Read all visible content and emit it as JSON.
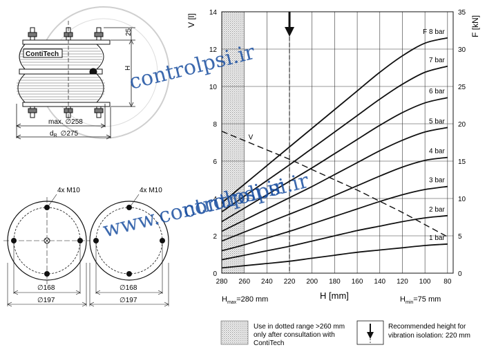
{
  "drawing": {
    "brand": "ContiTech",
    "dim_height_top": "25",
    "dim_height_label": "H",
    "dim_max": "max. ∅258",
    "dim_dr_prefix": "d",
    "dim_dr_sub": "R",
    "dim_dr_value": "∅275",
    "left_view": {
      "bolts": "4x M10",
      "inner_dia": "∅168",
      "outer_dia": "∅197"
    },
    "right_view": {
      "bolts": "4x M10",
      "inner_dia": "∅168",
      "outer_dia": "∅197"
    }
  },
  "watermark": {
    "text_lower": "www.controlpsi.ir",
    "text_upper": "controlpsi.ir",
    "text_mid": "controlpsi.ir"
  },
  "chart_data": {
    "type": "line",
    "x": [
      280,
      260,
      240,
      220,
      200,
      180,
      160,
      140,
      120,
      100,
      80
    ],
    "xlabel": "H [mm]",
    "xlim": [
      280,
      75
    ],
    "x_ticks": [
      "280",
      "260",
      "240",
      "220",
      "200",
      "180",
      "160",
      "140",
      "120",
      "100",
      "80"
    ],
    "ylabel_left": "V [l]",
    "ylim_left": [
      0,
      14
    ],
    "y_ticks_left": [
      "0",
      "2",
      "4",
      "6",
      "8",
      "10",
      "12",
      "14"
    ],
    "ylabel_right": "F [kN]",
    "ylim_right": [
      0,
      35
    ],
    "y_ticks_right": [
      "0",
      "5",
      "10",
      "15",
      "20",
      "25",
      "30",
      "35"
    ],
    "grid": true,
    "force_series": [
      {
        "name": "1 bar",
        "axis": "right",
        "values": [
          0.7,
          1.0,
          1.3,
          1.6,
          2.0,
          2.4,
          2.8,
          3.1,
          3.4,
          3.7,
          3.9
        ]
      },
      {
        "name": "2 bar",
        "axis": "right",
        "values": [
          1.8,
          2.4,
          3.0,
          3.6,
          4.3,
          5.0,
          5.7,
          6.3,
          6.9,
          7.4,
          7.7
        ]
      },
      {
        "name": "3 bar",
        "axis": "right",
        "values": [
          3.0,
          3.8,
          4.7,
          5.6,
          6.6,
          7.6,
          8.6,
          9.6,
          10.5,
          11.2,
          11.6
        ]
      },
      {
        "name": "4 bar",
        "axis": "right",
        "values": [
          4.3,
          5.5,
          6.7,
          7.9,
          9.1,
          10.4,
          11.7,
          13.0,
          14.2,
          15.1,
          15.5
        ]
      },
      {
        "name": "5 bar",
        "axis": "right",
        "values": [
          5.6,
          7.1,
          8.6,
          10.1,
          11.6,
          13.2,
          14.8,
          16.4,
          17.8,
          18.9,
          19.5
        ]
      },
      {
        "name": "6 bar",
        "axis": "right",
        "values": [
          6.9,
          8.7,
          10.5,
          12.3,
          14.1,
          16.0,
          17.9,
          19.8,
          21.5,
          22.8,
          23.5
        ]
      },
      {
        "name": "7 bar",
        "axis": "right",
        "values": [
          8.2,
          10.3,
          12.4,
          14.5,
          16.7,
          18.9,
          21.1,
          23.3,
          25.3,
          26.9,
          27.7
        ]
      },
      {
        "name": "F 8 bar",
        "axis": "right",
        "values": [
          9.4,
          11.9,
          14.4,
          16.9,
          19.4,
          21.9,
          24.4,
          26.9,
          29.1,
          30.8,
          31.5
        ]
      }
    ],
    "volume_series": {
      "name": "V",
      "axis": "left",
      "dashed": true,
      "values": [
        7.6,
        7.1,
        6.6,
        6.1,
        5.55,
        5.0,
        4.45,
        3.85,
        3.25,
        2.6,
        1.95
      ]
    },
    "recommended_height": 220,
    "hatched_range": [
      280,
      260
    ],
    "h_max": {
      "label": "H",
      "sub": "max",
      "value": "=280 mm"
    },
    "h_min": {
      "label": "H",
      "sub": "min",
      "value": "=75 mm"
    },
    "legend": {
      "dotted_range": [
        "Use in dotted range >260 mm",
        "only after consultation with",
        "ContiTech"
      ],
      "recommended": [
        "Recommended height for",
        "vibration isolation: 220 mm"
      ]
    }
  }
}
